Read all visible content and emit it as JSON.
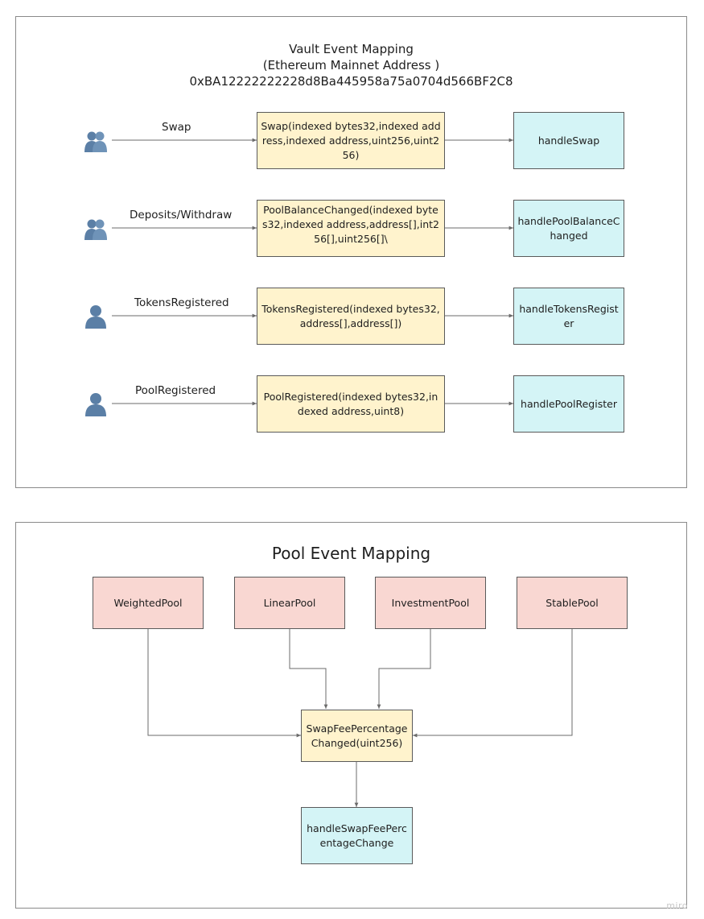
{
  "vault": {
    "title_lines": [
      "Vault Event Mapping",
      "(Ethereum Mainnet Address )",
      "0xBA12222222228d8Ba445958a75a0704d566BF2C8"
    ],
    "rows": [
      {
        "actor_icon": "users-group-icon",
        "label": "Swap",
        "event": "Swap(indexed bytes32,indexed address,indexed address,uint256,uint256)",
        "handler": "handleSwap"
      },
      {
        "actor_icon": "users-group-icon",
        "label": "Deposits/Withdraw",
        "event": "PoolBalanceChanged(indexed bytes32,indexed address,address[],int256[],uint256[]\\",
        "handler": "handlePoolBalanceChanged"
      },
      {
        "actor_icon": "user-icon",
        "label": "TokensRegistered",
        "event": "TokensRegistered(indexed bytes32,address[],address[])",
        "handler": "handleTokensRegister"
      },
      {
        "actor_icon": "user-icon",
        "label": "PoolRegistered",
        "event": "PoolRegistered(indexed bytes32,indexed address,uint8)",
        "handler": "handlePoolRegister"
      }
    ]
  },
  "pool": {
    "title": "Pool Event Mapping",
    "pools": [
      "WeightedPool",
      "LinearPool",
      "InvestmentPool",
      "StablePool"
    ],
    "event": "SwapFeePercentageChanged(uint256)",
    "handler": "handleSwapFeePercentageChange"
  },
  "watermark": "miro",
  "colors": {
    "event_fill": "#fff3cd",
    "handler_fill": "#d4f4f6",
    "pool_fill": "#f9d7d2",
    "line": "#6b6b6b"
  }
}
